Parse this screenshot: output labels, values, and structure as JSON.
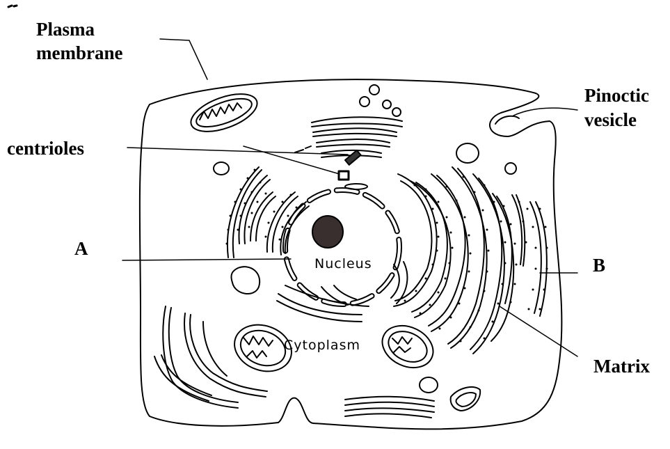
{
  "labels": {
    "plasma_membrane_1": "Plasma",
    "plasma_membrane_2": "membrane",
    "pinoctic_1": "Pinoctic",
    "pinoctic_2": "vesicle",
    "centrioles": "centrioles",
    "a": "A",
    "b": "B",
    "matrix": "Matrix",
    "nucleus": "Nucleus",
    "cytoplasm": "Cytoplasm"
  }
}
